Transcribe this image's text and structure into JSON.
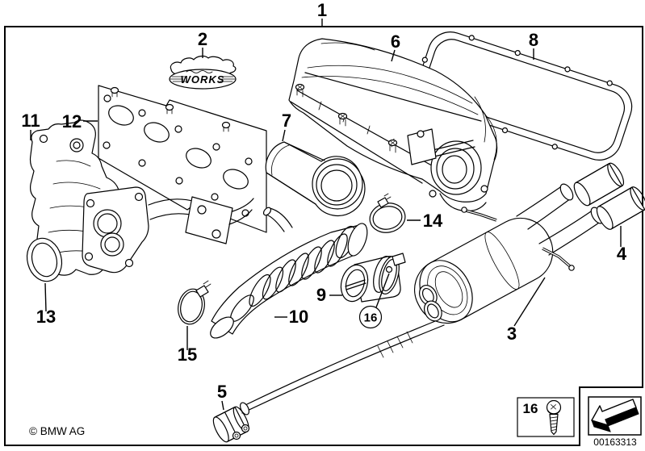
{
  "diagram": {
    "callouts": {
      "1": "1",
      "2": "2",
      "3": "3",
      "4": "4",
      "5": "5",
      "6": "6",
      "7": "7",
      "8": "8",
      "9": "9",
      "10": "10",
      "11": "11",
      "12": "12",
      "13": "13",
      "14": "14",
      "15": "15",
      "16": "16"
    },
    "badge": {
      "text": "WORKS"
    },
    "legend": {
      "label": "16"
    },
    "footer": {
      "copyright": "© BMW AG",
      "image_number": "00163313"
    },
    "colors": {
      "line": "#000000",
      "background": "#ffffff"
    }
  }
}
